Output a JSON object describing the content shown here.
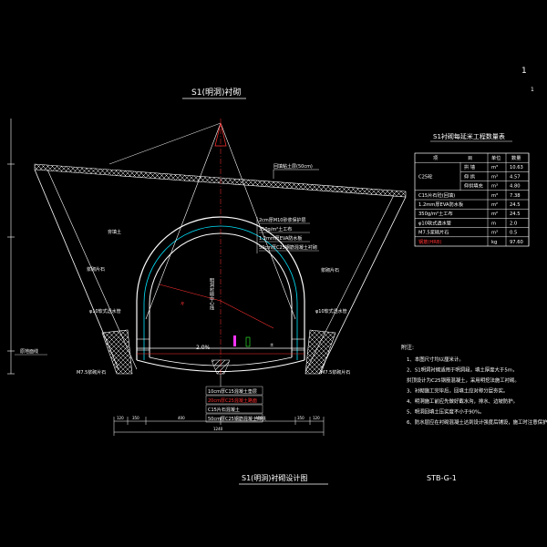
{
  "drawing": {
    "page_corner": "1",
    "page_corner_sub": "1",
    "section_title": "S1(明洞)衬砌",
    "main_title": "S1(明洞)衬砌设计图",
    "drawing_no": "STB-G-1",
    "backfill_label": "回填粘土层(50cm)",
    "soil_label": "夯填土",
    "left_labels": [
      "浆砌片石",
      "φ10软式透水管",
      "M7.5浆砌片石"
    ],
    "right_labels": [
      "浆砌片石",
      "φ10软式透水管",
      "M7.5浆砌片石"
    ],
    "right_sub_label": "原地面线",
    "layer_labels": [
      "2cm厚M10砂浆保护层",
      "350g/m²土工布",
      "1.2mm厚EVA防水板",
      "50cm厚C25钢筋混凝土衬砌"
    ],
    "road_labels": [
      "10cm厚C15混凝土垫层",
      "20cm厚C25混凝土路面",
      "C15片石混凝土",
      "50cm厚C25钢筋混凝土仰拱"
    ],
    "vertical_note": "明洞衬砌中心线",
    "slope": "2.0%",
    "dims_top": [
      "120",
      "350",
      "400",
      "400",
      "350",
      "120"
    ],
    "dims_total": "1240"
  },
  "table": {
    "title": "S1衬砌每延米工程数量表",
    "header": [
      "项",
      "目",
      "单位",
      "数量"
    ],
    "rows": [
      [
        "C25砼",
        "拱 墙",
        "m³",
        "10.63"
      ],
      [
        "",
        "仰 拱",
        "m³",
        "4.57"
      ],
      [
        "",
        "仰拱填充",
        "m³",
        "4.80"
      ],
      [
        "C15片石砼(回填)",
        "",
        "m³",
        "7.38"
      ],
      [
        "1.2mm厚EVA防水板",
        "",
        "m²",
        "24.5"
      ],
      [
        "350g/m²土工布",
        "",
        "m²",
        "24.5"
      ],
      [
        "φ10软式透水管",
        "",
        "m",
        "2.0"
      ],
      [
        "M7.5浆砌片石",
        "",
        "m³",
        "0.5"
      ],
      [
        "钢筋(HRB)",
        "",
        "kg",
        "97.60"
      ]
    ]
  },
  "notes": {
    "heading": "附注:",
    "items": [
      "1、本图尺寸均以厘米计。",
      "2、S1明洞衬砌适用于明洞段，填土厚度大于5m，",
      "   拱顶设计为C25钢筋混凝土，采用明挖法施工衬砌。",
      "3、衬砌施工完毕后，回填土应对称分层夯实。",
      "4、明洞施工前应先做好截水沟，排水、边坡防护。",
      "5、明洞回填土压实度不小于90%。",
      "6、防水层应在衬砌混凝土达到设计强度后铺设，施工时注意保护。"
    ]
  },
  "colors": {
    "line": "#ffffff",
    "cyan": "#00e5ff",
    "magenta": "#ff33ff",
    "yellow": "#ffff00",
    "red": "#ff3030",
    "green": "#33ff33"
  }
}
